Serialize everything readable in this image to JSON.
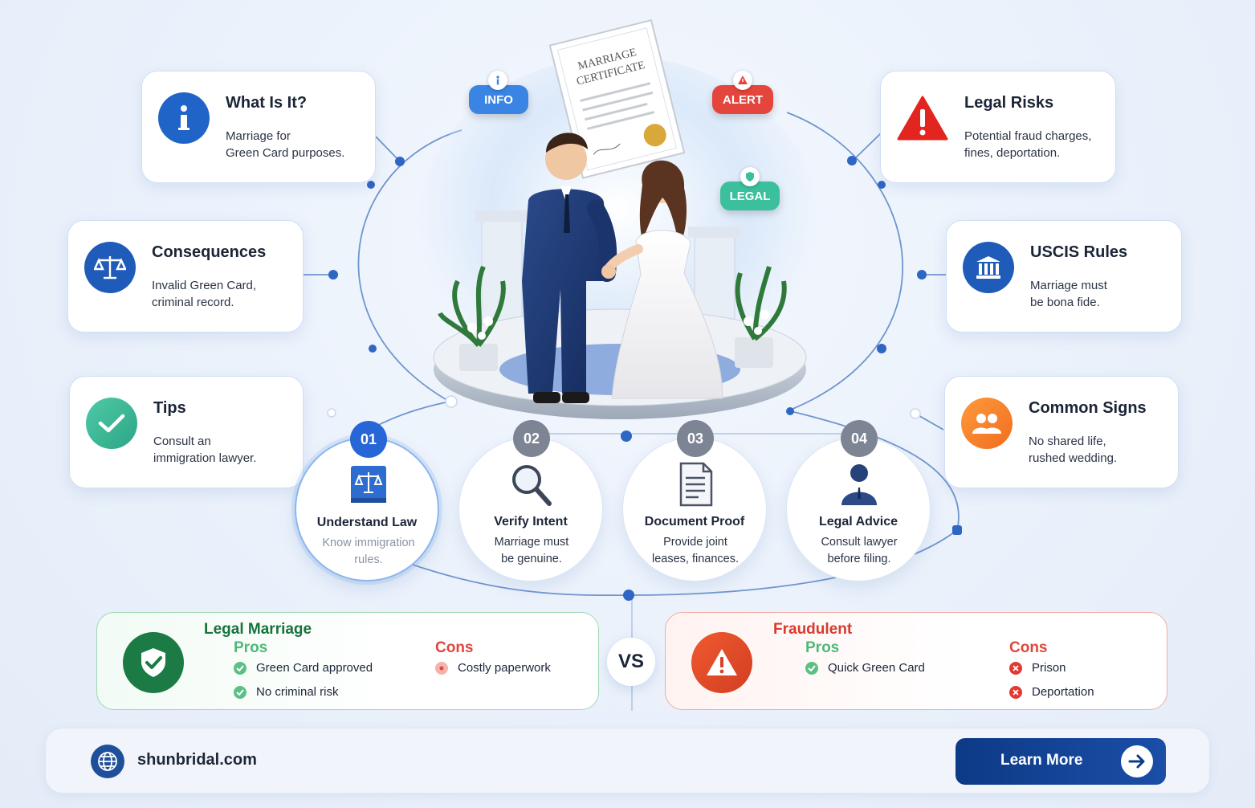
{
  "cards": {
    "what_is_it": {
      "title": "What Is It?",
      "line1": "Marriage for",
      "line2": "Green Card purposes."
    },
    "consequences": {
      "title": "Consequences",
      "line1": "Invalid Green Card,",
      "line2": "criminal record."
    },
    "tips": {
      "title": "Tips",
      "line1": "Consult an",
      "line2": "immigration lawyer."
    },
    "legal_risks": {
      "title": "Legal Risks",
      "line1": "Potential fraud charges,",
      "line2": "fines, deportation."
    },
    "uscis_rules": {
      "title": "USCIS Rules",
      "line1": "Marriage must",
      "line2": "be bona fide."
    },
    "common_signs": {
      "title": "Common Signs",
      "line1": "No shared life,",
      "line2": "rushed wedding."
    }
  },
  "scene": {
    "certificate_line1": "MARRIAGE",
    "certificate_line2": "CERTIFICATE"
  },
  "tags": {
    "info": "INFO",
    "alert": "ALERT",
    "legal": "LEGAL"
  },
  "steps": [
    {
      "num": "01",
      "title": "Understand Law",
      "line1": "Know immigration",
      "line2": "rules."
    },
    {
      "num": "02",
      "title": "Verify Intent",
      "line1": "Marriage must",
      "line2": "be genuine."
    },
    {
      "num": "03",
      "title": "Document Proof",
      "line1": "Provide joint",
      "line2": "leases, finances."
    },
    {
      "num": "04",
      "title": "Legal Advice",
      "line1": "Consult lawyer",
      "line2": "before filing."
    }
  ],
  "comparison": {
    "vs": "VS",
    "legal": {
      "title": "Legal Marriage",
      "pros_label": "Pros",
      "cons_label": "Cons",
      "pros": [
        "Green Card approved",
        "No criminal risk"
      ],
      "cons": [
        "Costly paperwork"
      ]
    },
    "fraud": {
      "title": "Fraudulent",
      "pros_label": "Pros",
      "cons_label": "Cons",
      "pros": [
        "Quick Green Card"
      ],
      "cons": [
        "Prison",
        "Deportation"
      ]
    }
  },
  "footer": {
    "site": "shunbridal.com",
    "button": "Learn More"
  },
  "colors": {
    "blue": "#2b6fd0",
    "navy": "#0d3a86",
    "red": "#e23a30",
    "green": "#1f8a4c",
    "teal": "#3dbf9f",
    "orange": "#f47e2a"
  },
  "icons": [
    "info-icon",
    "scales-icon",
    "check-icon",
    "warning-icon",
    "bank-icon",
    "people-icon",
    "law-book-icon",
    "magnifier-icon",
    "document-icon",
    "lawyer-icon",
    "shield-check-icon",
    "globe-icon",
    "arrow-right-icon"
  ]
}
